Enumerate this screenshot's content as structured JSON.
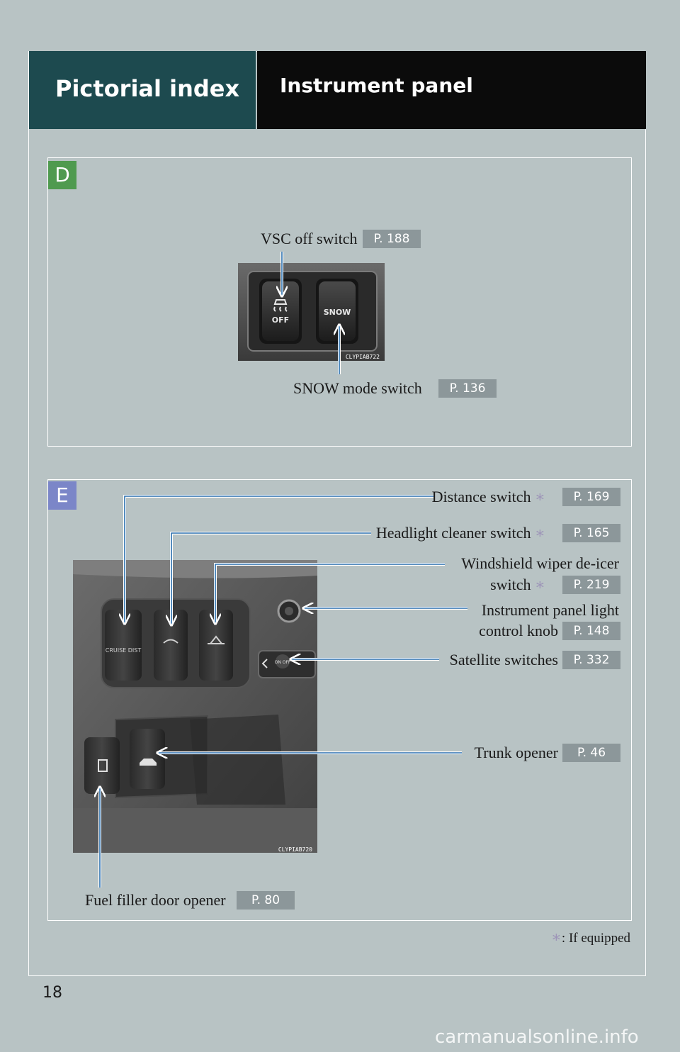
{
  "header": {
    "section_title": "Pictorial index",
    "page_title": "Instrument panel"
  },
  "section_d": {
    "letter": "D",
    "labels": {
      "vsc_off": {
        "text": "VSC off switch",
        "page": "P. 188"
      },
      "snow_mode": {
        "text": "SNOW mode switch",
        "page": "P. 136"
      }
    },
    "photo": {
      "buttons": [
        "OFF",
        "SNOW"
      ],
      "credit": "CLYPIAB722"
    }
  },
  "section_e": {
    "letter": "E",
    "labels": {
      "distance": {
        "text": "Distance switch",
        "page": "P. 169",
        "star": "∗"
      },
      "headlight_cleaner": {
        "text": "Headlight cleaner switch",
        "page": "P. 165",
        "star": "∗"
      },
      "wiper_deicer": {
        "text_line1": "Windshield wiper de-icer",
        "text_line2": "switch",
        "page": "P. 219",
        "star": "∗"
      },
      "panel_light": {
        "text_line1": "Instrument panel light",
        "text_line2": "control knob",
        "page": "P. 148"
      },
      "satellite": {
        "text": "Satellite switches",
        "page": "P. 332"
      },
      "trunk": {
        "text": "Trunk opener",
        "page": "P. 46"
      },
      "fuel": {
        "text": "Fuel filler door opener",
        "page": "P. 80"
      }
    },
    "photo": {
      "button_labels": [
        "CRUISE DIST",
        "ON OFF"
      ],
      "credit": "CLYPIAB720"
    }
  },
  "footnote": {
    "star": "∗",
    "text": ": If equipped"
  },
  "page_number": "18",
  "watermark": "carmanualsonline.info",
  "colors": {
    "page_bg": "#b8c3c4",
    "tab_left": "#1d4a4f",
    "tab_right": "#0b0b0b",
    "letter_d": "#4f9a4f",
    "letter_e": "#7b86c8",
    "page_ref_bg": "#8c979a",
    "star": "#9d94b8",
    "leader_line": "#2a6fae"
  }
}
